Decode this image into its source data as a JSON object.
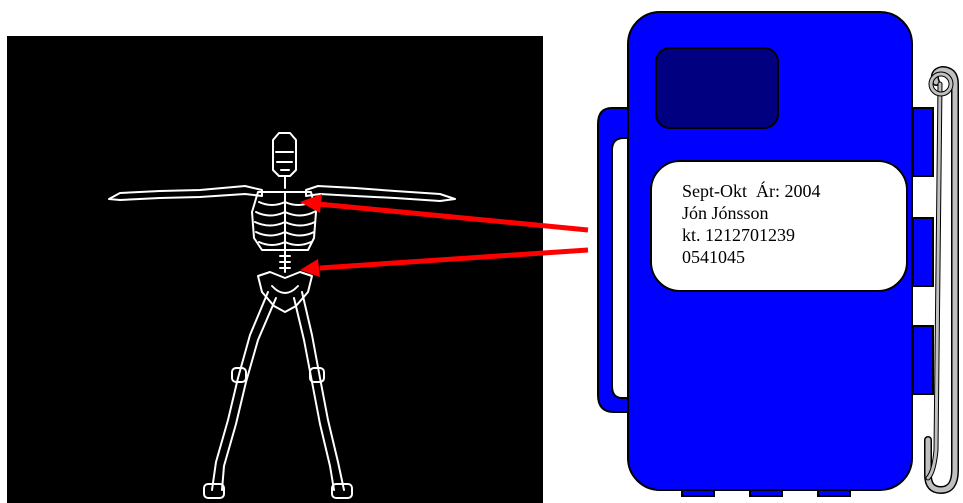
{
  "label": {
    "period": "Sept-Okt",
    "year_text": "Ár: 2004",
    "name": "Jón Jónsson",
    "kennitala": "kt. 1212701239",
    "badge_number": "0541045"
  },
  "colors": {
    "panel_background": "#000000",
    "skeleton": "#ffffff",
    "badge_body": "#0000ff",
    "badge_window": "#000080",
    "arrow": "#ff0000",
    "clip": "#c0c0c0"
  },
  "icons": {
    "figure": "skeleton-icon",
    "device": "dosimeter-badge-icon",
    "clip": "safety-pin-icon"
  }
}
